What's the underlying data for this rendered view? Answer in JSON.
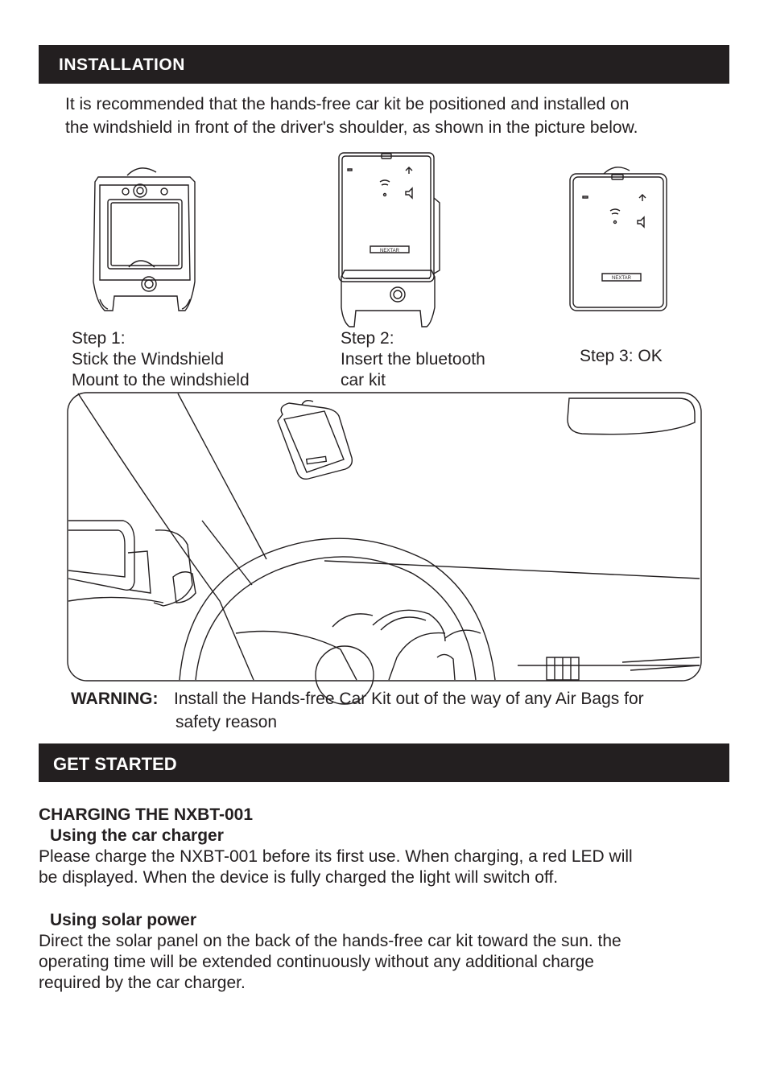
{
  "installation": {
    "heading": "INSTALLATION",
    "intro_line1": "It is recommended that the hands-free car kit be positioned and installed on",
    "intro_line2": "the windshield in front of the driver's shoulder, as shown in the picture below.",
    "device_brand": "NEXTAR",
    "steps": [
      {
        "line1": "Step 1:",
        "line2": "Stick the Windshield",
        "line3": "Mount to the windshield"
      },
      {
        "line1": "Step 2:",
        "line2": "Insert the bluetooth",
        "line3": "car kit"
      },
      {
        "line1": "Step 3: OK"
      }
    ],
    "warning_label": "WARNING:",
    "warning_line1": "Install the Hands-free Car Kit out of the way of any Air Bags for",
    "warning_line2": "safety reason"
  },
  "get_started": {
    "heading": "GET STARTED",
    "charging_title": "CHARGING THE NXBT-001",
    "car_charger_title": "Using the car charger",
    "car_charger_line1": "Please charge the NXBT-001 before its first use. When charging, a red LED will",
    "car_charger_line2": "be displayed. When the device is fully charged the light will switch off.",
    "solar_title": "Using solar power",
    "solar_line1": "Direct the solar panel on the back of the hands-free car kit toward the sun. the",
    "solar_line2": "operating time will be extended continuously without any additional charge",
    "solar_line3": "required by the car charger."
  }
}
